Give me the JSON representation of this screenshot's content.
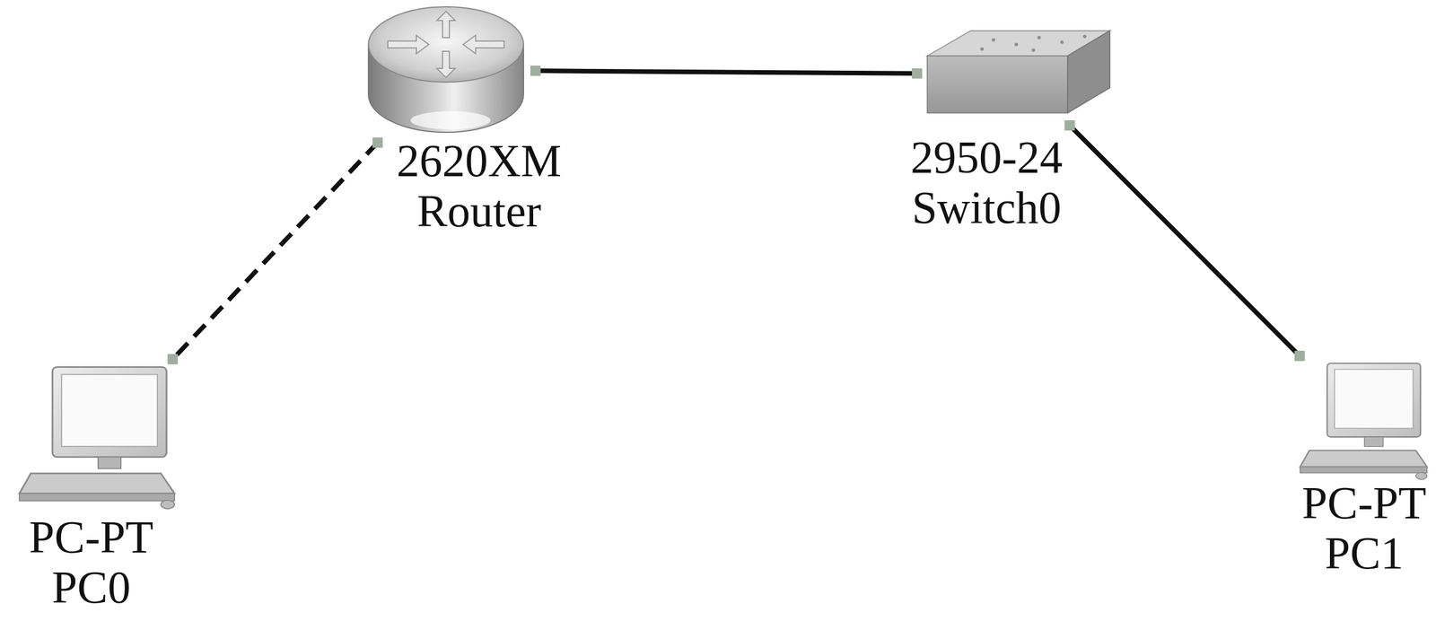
{
  "diagram": {
    "nodes": [
      {
        "text": [
          "2620XM Router"
        ]
      },
      {
        "text": [
          "2950-24 Switch0"
        ]
      },
      {
        "text": [
          "PC-PT PC0"
        ]
      },
      {
        "text": [
          "PC-PT PC1"
        ]
      }
    ],
    "edges": [
      {
        "from": 0,
        "to": 1,
        "arrow": "none"
      },
      {
        "from": 1,
        "to": 3,
        "arrow": "none"
      },
      {
        "from": 0,
        "to": 2,
        "arrow": "none"
      }
    ]
  }
}
